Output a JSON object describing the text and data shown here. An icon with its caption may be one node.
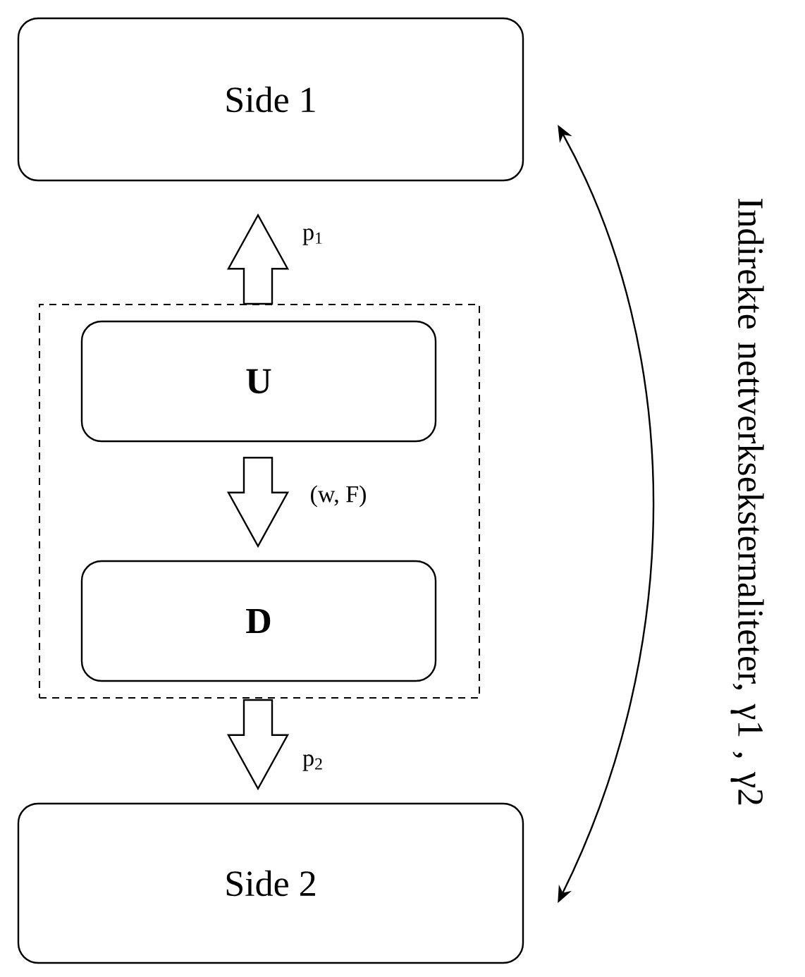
{
  "diagram": {
    "nodes": [
      {
        "text": [
          "Side 1"
        ]
      },
      {
        "text": [],
        "shape": "box"
      },
      {
        "text": [
          "U"
        ],
        "in": 1
      },
      {
        "text": [
          "D"
        ],
        "in": 1
      },
      {
        "text": [
          "Side  2"
        ]
      }
    ],
    "edges": [
      {
        "from": 1,
        "to": 0,
        "arrow": "to",
        "label": "p$_{1}$"
      },
      {
        "from": 2,
        "to": 3,
        "arrow": "to",
        "label": "(w, F)"
      },
      {
        "from": 1,
        "to": 4,
        "arrow": "to",
        "label": "p$_{2}$"
      },
      {
        "from": 0,
        "to": 4,
        "arrow": "both",
        "label": "Indirekte nettverkseksternaliteter, γ1 , γ2"
      }
    ]
  }
}
